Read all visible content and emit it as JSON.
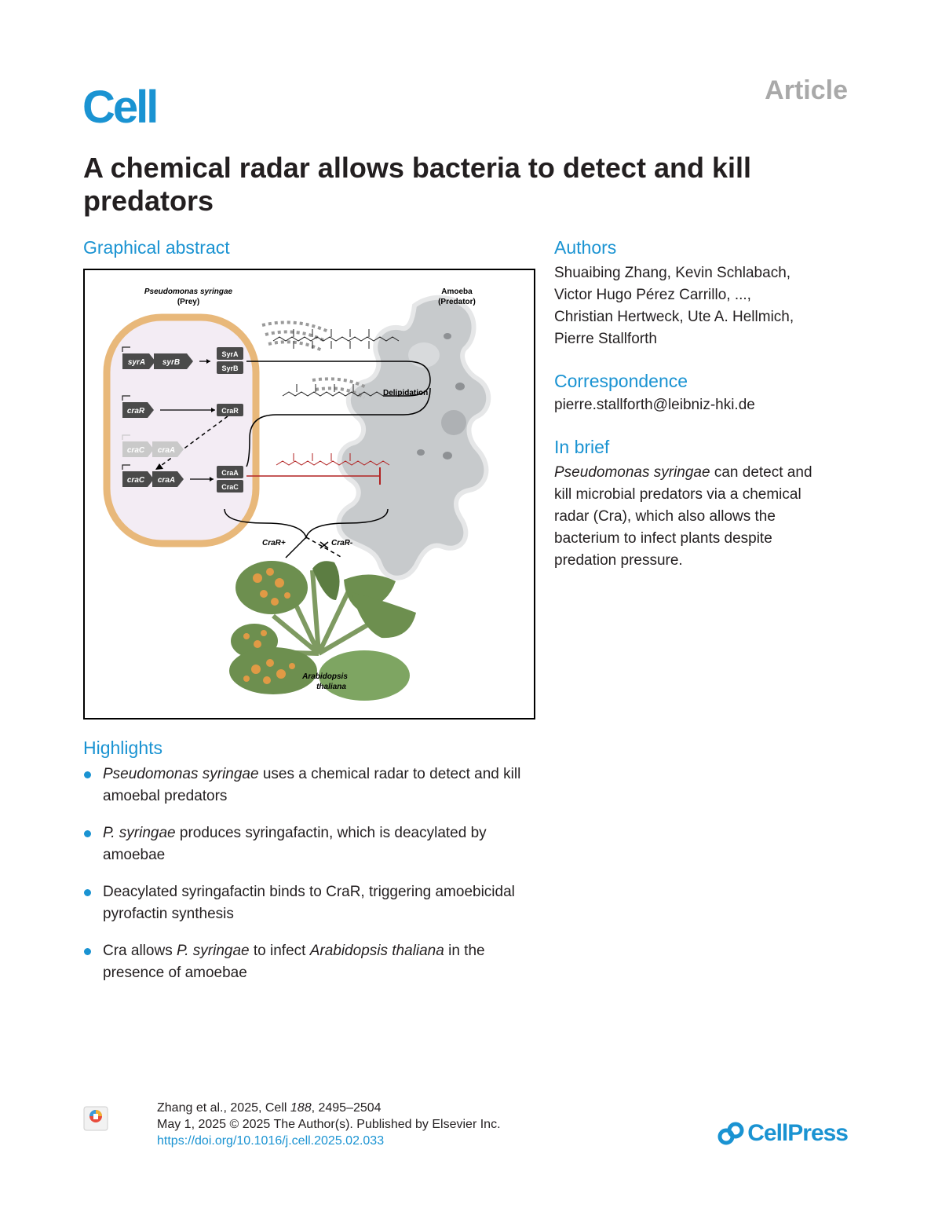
{
  "header": {
    "journal": "Cell",
    "article_type": "Article",
    "title": "A chemical radar allows bacteria to detect and kill predators"
  },
  "graphical_abstract": {
    "heading": "Graphical abstract",
    "labels": {
      "prey_name": "Pseudomonas syringae",
      "prey_role": "(Prey)",
      "predator_name": "Amoeba",
      "predator_role": "(Predator)",
      "gene_syrA": "syrA",
      "gene_syrB": "syrB",
      "protein_SyrA": "SyrA",
      "protein_SyrB": "SyrB",
      "gene_craR": "craR",
      "protein_CraR": "CraR",
      "gene_craC_faded": "craC",
      "gene_craA_faded": "craA",
      "gene_craC": "craC",
      "gene_craA": "craA",
      "protein_CraA": "CraA",
      "protein_CraC": "CraC",
      "delipidation": "Delipidation",
      "craR_plus": "CraR+",
      "craR_minus": "CraR-",
      "plant_line1": "Arabidopsis",
      "plant_line2": "thaliana"
    },
    "colors": {
      "membrane": "#e8b87a",
      "cytoplasm": "#f3ecf4",
      "gene_dark": "#4a4a4a",
      "gene_faded": "#c9c9c9",
      "amoeba": "#c7cacc",
      "inhibition": "#b22222",
      "leaf": "#6d8f4f",
      "lesion": "#e09a45"
    }
  },
  "authors": {
    "heading": "Authors",
    "lines": [
      "Shuaibing Zhang, Kevin Schlabach,",
      "Victor Hugo Pérez Carrillo, ...,",
      "Christian Hertweck, Ute A. Hellmich,",
      "Pierre Stallforth"
    ]
  },
  "correspondence": {
    "heading": "Correspondence",
    "email": "pierre.stallforth@leibniz-hki.de"
  },
  "in_brief": {
    "heading": "In brief",
    "italic_lead": "Pseudomonas syringae",
    "lines": [
      " can detect and",
      "kill microbial predators via a chemical",
      "radar (Cra), which also allows the",
      "bacterium to infect plants despite",
      "predation pressure."
    ]
  },
  "highlights": {
    "heading": "Highlights",
    "items": [
      {
        "i1": "Pseudomonas syringae",
        "t1": " uses a chemical radar to detect and kill amoebal predators",
        "i2": "",
        "t2": "",
        "i3": "",
        "t3": ""
      },
      {
        "i1": "P. syringae",
        "t1": " produces syringafactin, which is deacylated by amoebae",
        "i2": "",
        "t2": "",
        "i3": "",
        "t3": ""
      },
      {
        "i1": "",
        "t1": "Deacylated syringafactin binds to CraR, triggering amoebicidal pyrofactin synthesis",
        "i2": "",
        "t2": "",
        "i3": "",
        "t3": ""
      },
      {
        "i1": "",
        "t1": "Cra allows ",
        "i2": "P. syringae",
        "t2": " to infect ",
        "i3": "Arabidopsis thaliana",
        "t3": " in the presence of amoebae"
      }
    ]
  },
  "footer": {
    "citation_prefix": "Zhang et al., 2025, Cell ",
    "citation_volume": "188",
    "citation_pages": ", 2495–2504",
    "date_line": "May 1, 2025 © 2025 The Author(s). Published by Elsevier Inc.",
    "doi": "https://doi.org/10.1016/j.cell.2025.02.033",
    "publisher": "CellPress",
    "crossmark_label": "Check for updates"
  }
}
